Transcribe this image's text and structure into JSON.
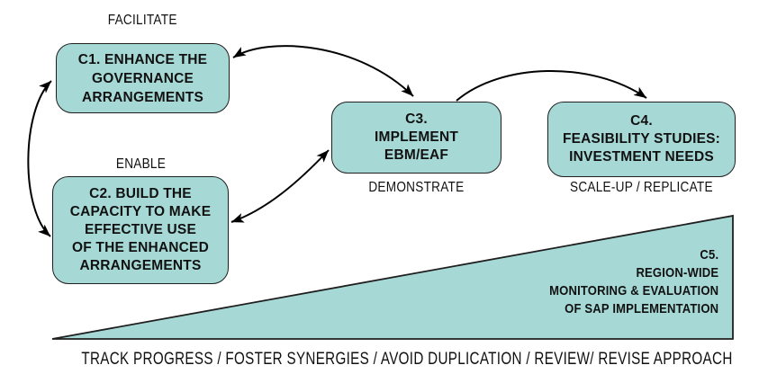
{
  "colors": {
    "box_fill": "#a6d9d6",
    "box_border": "#1f1f1f",
    "arrow": "#000000",
    "text": "#111111",
    "background": "#ffffff"
  },
  "nodes": {
    "c1": {
      "label_above": "FACILITATE",
      "lines": [
        "C1. ENHANCE THE",
        "GOVERNANCE",
        "ARRANGEMENTS"
      ]
    },
    "c2": {
      "label_above": "ENABLE",
      "lines": [
        "C2. BUILD THE",
        "CAPACITY TO MAKE",
        "EFFECTIVE USE",
        "OF THE ENHANCED",
        "ARRANGEMENTS"
      ]
    },
    "c3": {
      "label_below": "DEMONSTRATE",
      "lines": [
        "C3.",
        "IMPLEMENT",
        "EBM/EAF"
      ]
    },
    "c4": {
      "label_below": "SCALE-UP / REPLICATE",
      "lines": [
        "C4.",
        "FEASIBILITY STUDIES:",
        "INVESTMENT NEEDS"
      ]
    },
    "c5": {
      "lines": [
        "C5.",
        "REGION-WIDE",
        "MONITORING & EVALUATION",
        "OF SAP IMPLEMENTATION"
      ]
    }
  },
  "caption": "TRACK PROGRESS / FOSTER SYNERGIES / AVOID DUPLICATION / REVIEW/ REVISE APPROACH"
}
